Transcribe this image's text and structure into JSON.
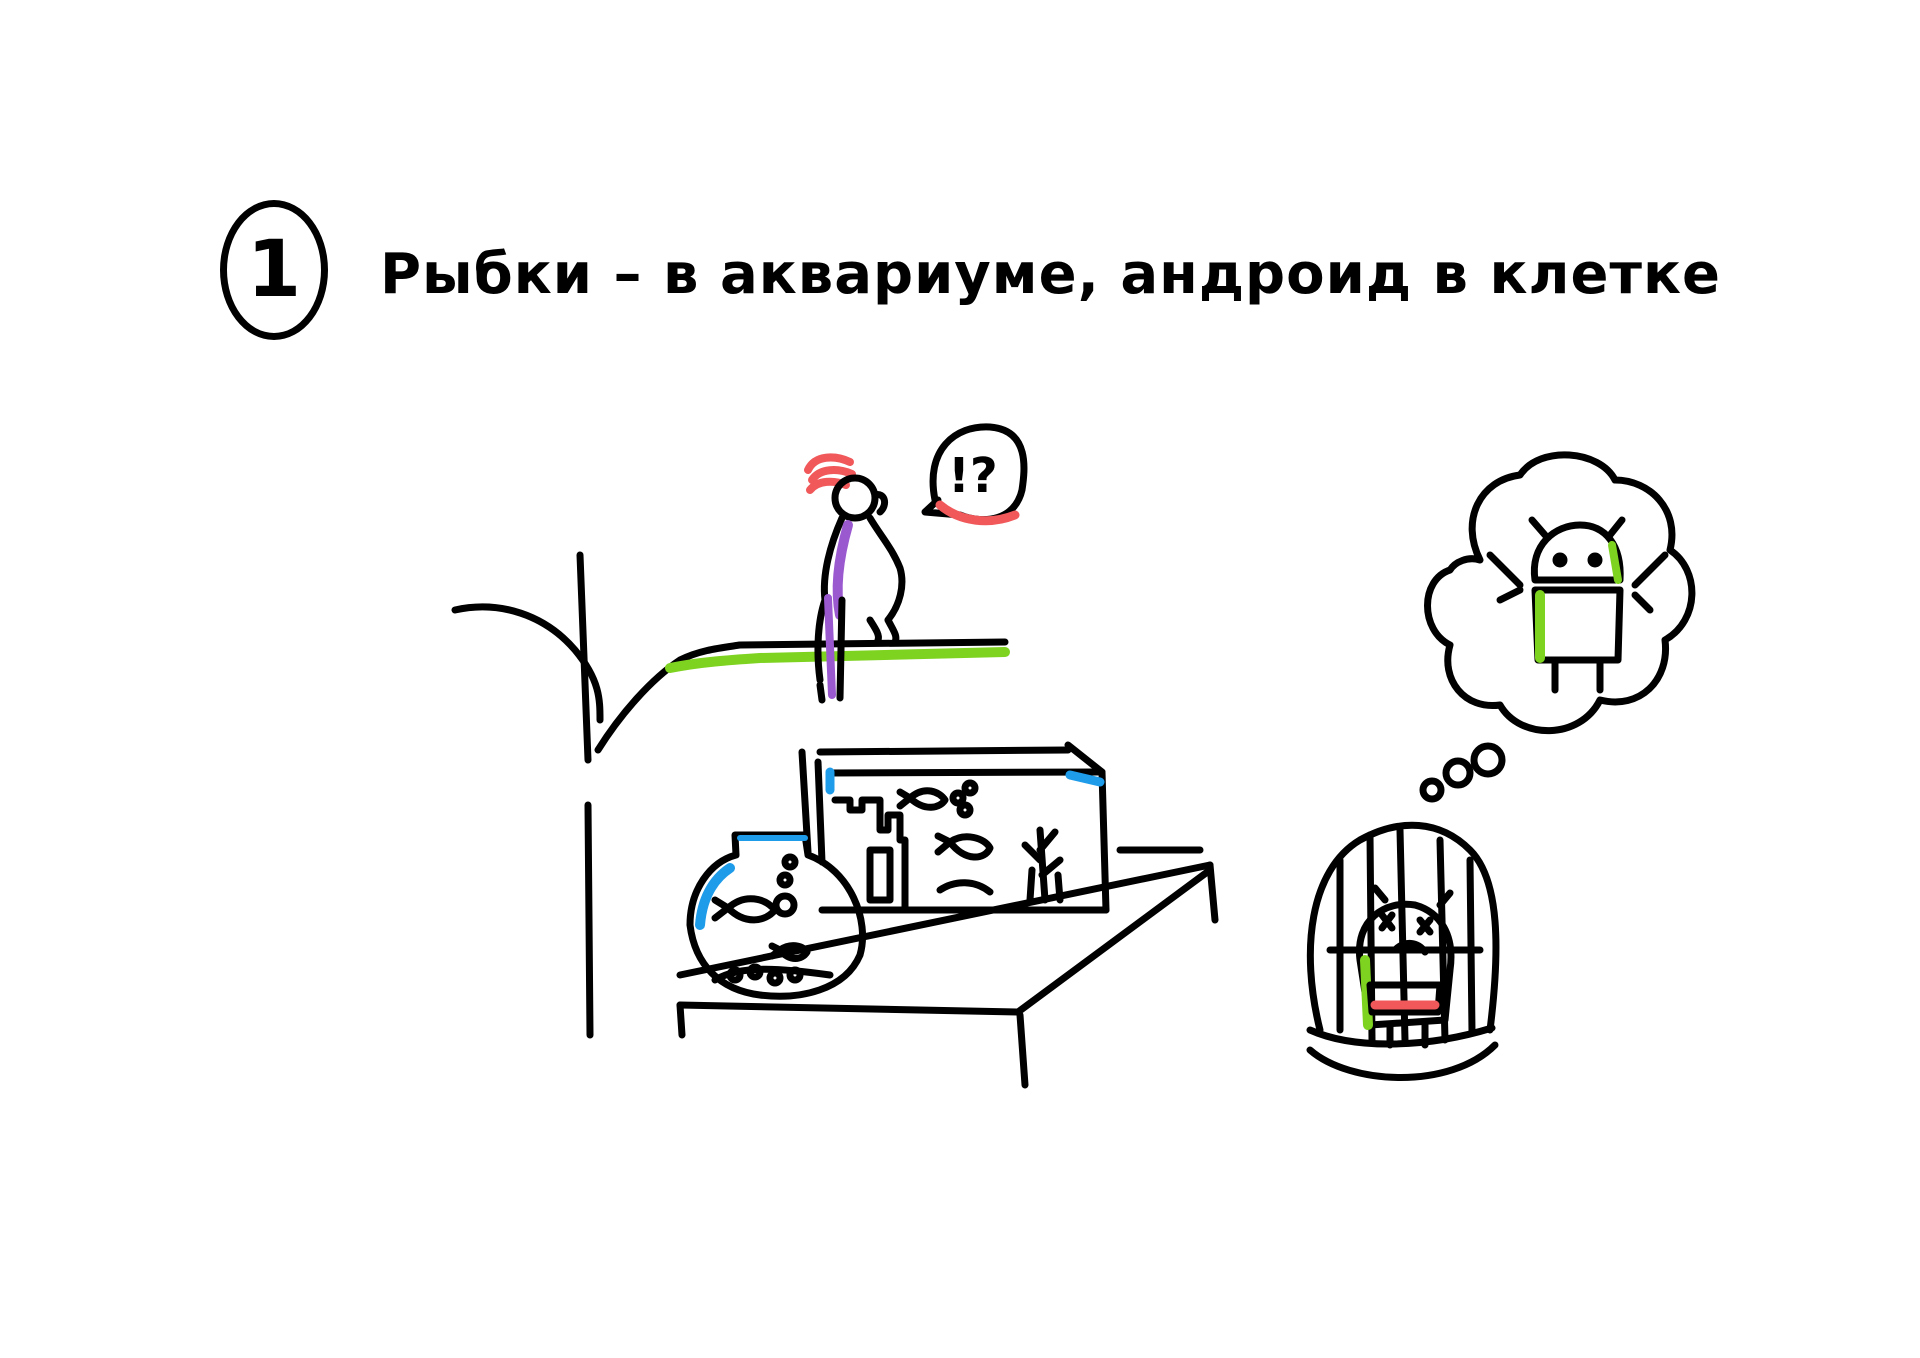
{
  "heading": {
    "number": "1",
    "title": "Рыбки – в аквариуме, андроид в клетке"
  },
  "speech_bubble": {
    "text": "!?"
  },
  "colors": {
    "ink": "#000000",
    "green": "#7ed321",
    "blue": "#1e9be9",
    "purple": "#9b59d0",
    "red": "#f0585a"
  },
  "icons": [
    "parrot",
    "speech-bubble",
    "fishbowl",
    "aquarium",
    "table",
    "branch",
    "birdcage",
    "caged-android",
    "thought-bubble",
    "happy-android"
  ]
}
